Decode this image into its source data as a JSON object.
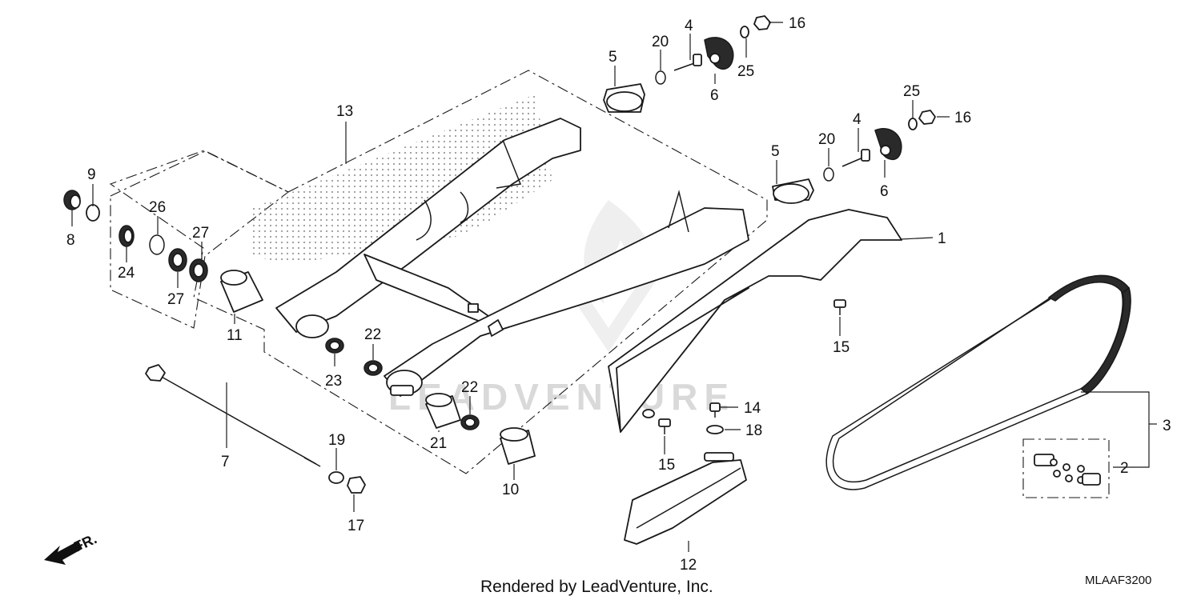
{
  "callouts": {
    "c1": "1",
    "c2": "2",
    "c3": "3",
    "c4a": "4",
    "c4b": "4",
    "c5a": "5",
    "c5b": "5",
    "c6a": "6",
    "c6b": "6",
    "c7": "7",
    "c8": "8",
    "c9": "9",
    "c10": "10",
    "c11": "11",
    "c12": "12",
    "c13": "13",
    "c14": "14",
    "c15a": "15",
    "c15b": "15",
    "c16a": "16",
    "c16b": "16",
    "c17": "17",
    "c18": "18",
    "c19": "19",
    "c20a": "20",
    "c20b": "20",
    "c21": "21",
    "c22a": "22",
    "c22b": "22",
    "c23": "23",
    "c24": "24",
    "c25a": "25",
    "c25b": "25",
    "c26": "26",
    "c27a": "27",
    "c27b": "27"
  },
  "front_indicator": "FR.",
  "footer_text": "Rendered by LeadVenture, Inc.",
  "diagram_code": "MLAAF3200",
  "watermark_text": "LEADVENTURE",
  "colors": {
    "ink": "#1a1a1a",
    "watermark": "#d9d9d9",
    "stipple": "#9a9a9a"
  }
}
